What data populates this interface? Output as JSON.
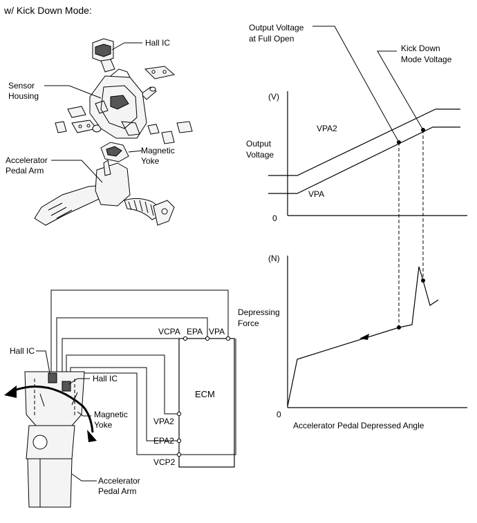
{
  "header": {
    "mode_title": "w/ Kick Down Mode:"
  },
  "exploded_view": {
    "labels": {
      "hall_ic": "Hall IC",
      "sensor_housing_1": "Sensor",
      "sensor_housing_2": "Housing",
      "magnetic_yoke_1": "Magnetic",
      "magnetic_yoke_2": "Yoke",
      "pedal_arm_1": "Accelerator",
      "pedal_arm_2": "Pedal Arm"
    }
  },
  "circuit": {
    "ecm_label": "ECM",
    "terminals": {
      "vcpa": "VCPA",
      "epa": "EPA",
      "vpa": "VPA",
      "vpa2": "VPA2",
      "epa2": "EPA2",
      "vcp2": "VCP2"
    },
    "labels": {
      "hall_ic_left": "Hall IC",
      "hall_ic_right": "Hall IC",
      "magnetic_yoke_1": "Magnetic",
      "magnetic_yoke_2": "Yoke",
      "pedal_arm_1": "Accelerator",
      "pedal_arm_2": "Pedal Arm"
    }
  },
  "voltage_graph": {
    "unit": "(V)",
    "ylabel_1": "Output",
    "ylabel_2": "Voltage",
    "origin": "0",
    "series": {
      "vpa2": "VPA2",
      "vpa": "VPA"
    },
    "annotations": {
      "full_open_1": "Output Voltage",
      "full_open_2": "at Full Open",
      "kick_down_1": "Kick Down",
      "kick_down_2": "Mode Voltage"
    }
  },
  "force_graph": {
    "unit": "(N)",
    "ylabel_1": "Depressing",
    "ylabel_2": "Force",
    "origin": "0",
    "xlabel": "Accelerator Pedal Depressed Angle"
  }
}
